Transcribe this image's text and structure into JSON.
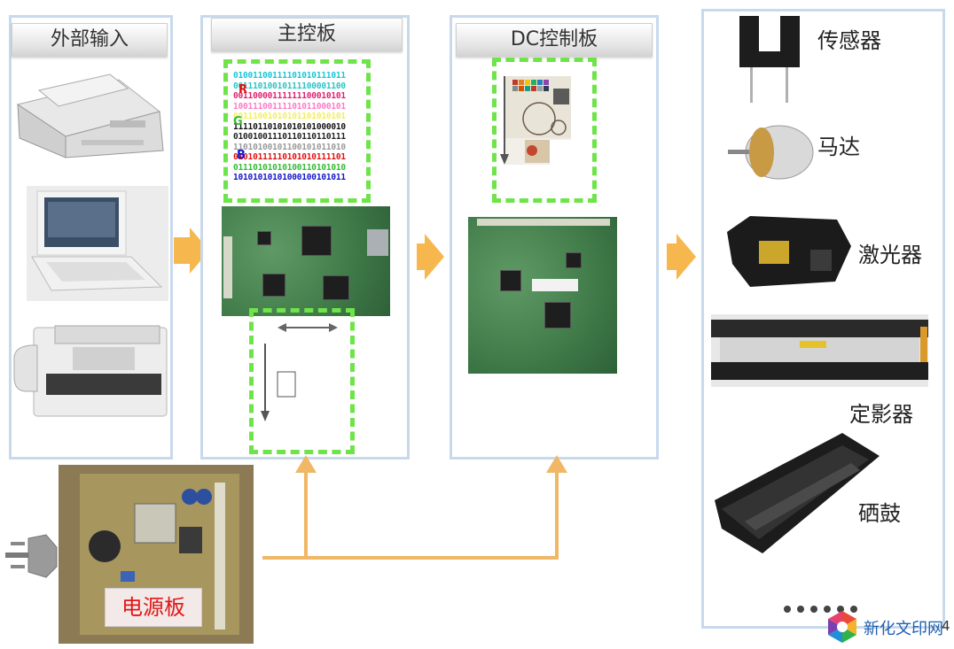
{
  "sections": {
    "input": "外部输入",
    "main_board": "主控板",
    "dc_board": "DC控制板"
  },
  "binary_lines": [
    {
      "text": "01001100111101010111011",
      "color": "#18c6d6"
    },
    {
      "text": "00111010010111100001100",
      "color": "#27c5c6"
    },
    {
      "text": "00110000111111100010101",
      "color": "#e02070"
    },
    {
      "text": "10011100111101011000101",
      "color": "#ff7ac8"
    },
    {
      "text": "00111001010101101010101",
      "color": "#f2f05a"
    },
    {
      "text": "11110110101010101000010",
      "color": "#111111"
    },
    {
      "text": "01001001110110110110111",
      "color": "#222222"
    },
    {
      "text": "11010100101100101011010",
      "color": "#9a9a9a"
    },
    {
      "text": "01010111110101010111101",
      "color": "#e01010"
    },
    {
      "text": "01110101010100110101010",
      "color": "#33bb33"
    },
    {
      "text": "10101010101000100101011",
      "color": "#1414c8"
    }
  ],
  "rgb_markers": {
    "r": "R",
    "g": "G",
    "b": "B"
  },
  "components": {
    "sensor": "传感器",
    "motor": "马达",
    "laser": "激光器",
    "fuser": "定影器",
    "drum": "硒鼓"
  },
  "power_board": "电源板",
  "brand": "新化文印网",
  "page_number": "4",
  "colors": {
    "accent_arrow": "#f7b74f",
    "dash_green": "#6fe34a",
    "panel_border": "#c9d9ec",
    "power_label": "#e01818"
  }
}
